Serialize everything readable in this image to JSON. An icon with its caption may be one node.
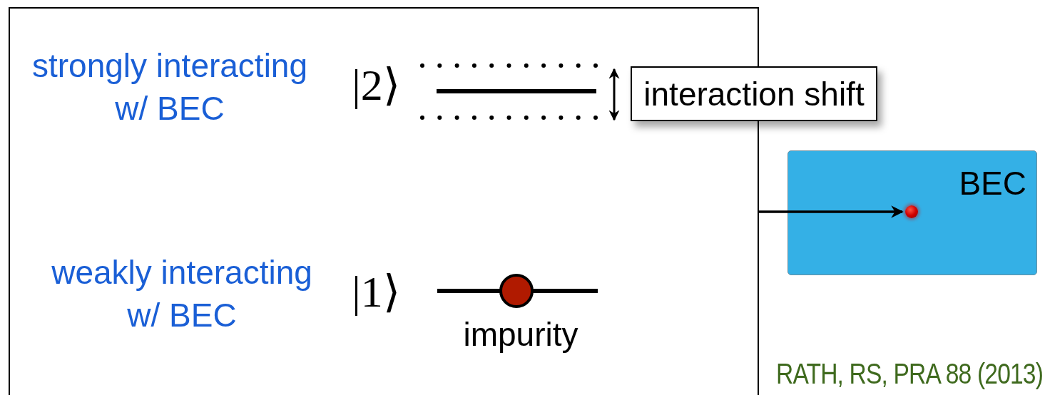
{
  "diagram": {
    "nodes": [
      {
        "text": [],
        "shape": "box"
      },
      {
        "text": [
          "BEC"
        ]
      },
      {
        "text": [],
        "shape": "circle",
        "in": 1
      },
      {
        "text": [
          "interaction shift"
        ]
      }
    ],
    "edges": [
      {
        "from": 0,
        "to": 2,
        "arrow": "to"
      }
    ],
    "labels": [
      "strongly interacting w/ BEC",
      "|2⟩",
      "weakly interacting w/ BEC",
      "|1⟩",
      "impurity",
      "RATH, RS, PRA 88 (2013)"
    ]
  }
}
